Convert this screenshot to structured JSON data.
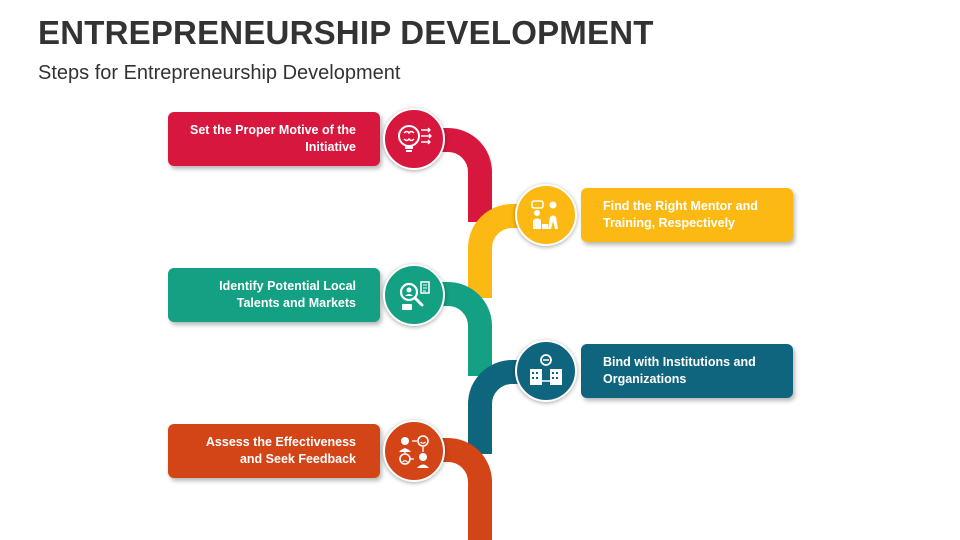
{
  "title": "ENTREPRENEURSHIP DEVELOPMENT",
  "subtitle": "Steps for Entrepreneurship Development",
  "colors": {
    "red": "#D8173F",
    "yellow": "#FDB913",
    "green": "#14A083",
    "blue": "#10657E",
    "orange": "#D34417"
  },
  "steps": [
    {
      "text": "Set the Proper Motive of the Initiative",
      "icon": "brain-idea-icon",
      "color": "#D8173F"
    },
    {
      "text": "Find the Right Mentor and Training, Respectively",
      "icon": "mentor-training-icon",
      "color": "#FDB913"
    },
    {
      "text": "Identify Potential Local Talents and Markets",
      "icon": "talent-search-icon",
      "color": "#14A083"
    },
    {
      "text": "Bind with Institutions and Organizations",
      "icon": "institutions-buildings-icon",
      "color": "#10657E"
    },
    {
      "text": "Assess the Effectiveness and Seek Feedback",
      "icon": "feedback-faces-icon",
      "color": "#D34417"
    }
  ]
}
